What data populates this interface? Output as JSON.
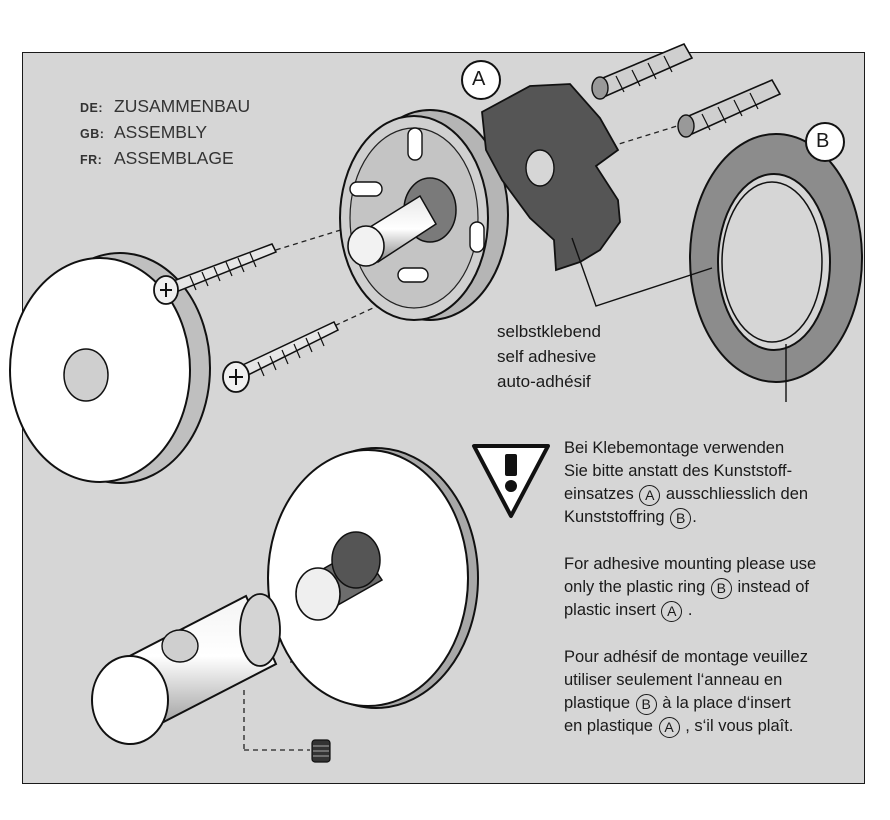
{
  "languages": [
    {
      "code": "DE:",
      "label": "ZUSAMMENBAU"
    },
    {
      "code": "GB:",
      "label": "ASSEMBLY"
    },
    {
      "code": "FR:",
      "label": "ASSEMBLAGE"
    }
  ],
  "callouts": {
    "a": "A",
    "b": "B"
  },
  "adhesive_label": [
    "selbstklebend",
    "self adhesive",
    "auto-adhésif"
  ],
  "warning_icon": "warning-triangle-exclamation",
  "notes": {
    "de": {
      "line1": "Bei Klebemontage verwenden",
      "line2": "Sie bitte anstatt des Kunststoff-",
      "line3_pre": "einsatzes",
      "line3_ref": "A",
      "line3_post": "ausschliesslich den",
      "line4_pre": "Kunststoffring",
      "line4_ref": "B",
      "line4_post": "."
    },
    "en": {
      "line1": "For adhesive mounting please use",
      "line2_pre": "only the plastic ring",
      "line2_ref": "B",
      "line2_post": "instead of",
      "line3_pre": "plastic insert",
      "line3_ref": "A",
      "line3_post": "."
    },
    "fr": {
      "line1": "Pour adhésif de montage veuillez",
      "line2": "utiliser seulement l‘anneau en",
      "line3_pre": "plastique",
      "line3_ref": "B",
      "line3_post": "à la place d‘insert",
      "line4_pre": "en plastique",
      "line4_ref": "A",
      "line4_post": ", s‘il vous plaît."
    }
  }
}
